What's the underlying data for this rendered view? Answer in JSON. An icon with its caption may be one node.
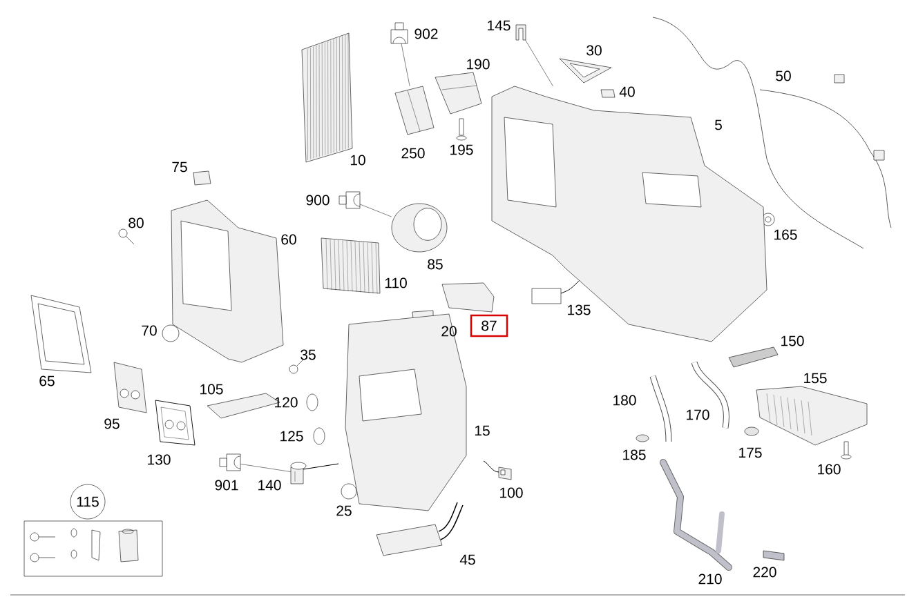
{
  "diagram": {
    "nodes": [
      {
        "text": [],
        "shape": "picture",
        "beside": [
          "902"
        ]
      },
      {
        "text": [],
        "shape": "picture"
      },
      {
        "text": [],
        "shape": "picture"
      },
      {
        "text": [],
        "shape": "picture"
      },
      {
        "text": [],
        "shape": "picture",
        "beside": [
          "900"
        ]
      },
      {
        "text": [],
        "shape": "picture"
      },
      {
        "text": [
          "87"
        ]
      },
      {
        "text": [],
        "shape": "picture",
        "beside": [
          "901"
        ]
      },
      {
        "text": [],
        "shape": "picture"
      },
      {
        "text": [
          "115"
        ]
      }
    ],
    "edges": [
      {
        "from": 0,
        "to": 2,
        "arrow": "none"
      },
      {
        "from": 1,
        "to": 3,
        "arrow": "none"
      },
      {
        "from": 4,
        "to": 5,
        "arrow": "none"
      },
      {
        "from": 7,
        "to": 8,
        "arrow": "none"
      }
    ],
    "labels": [
      "145",
      "30",
      "190",
      "50",
      "40",
      "5",
      "195",
      "250",
      "10",
      "75",
      "80",
      "165",
      "60",
      "85",
      "110",
      "135",
      "70",
      "20",
      "150",
      "35",
      "155",
      "65",
      "105",
      "180",
      "120",
      "170",
      "95",
      "15",
      "125",
      "175",
      "185",
      "130",
      "160",
      "140",
      "100",
      "25",
      "45",
      "220",
      "210"
    ]
  }
}
